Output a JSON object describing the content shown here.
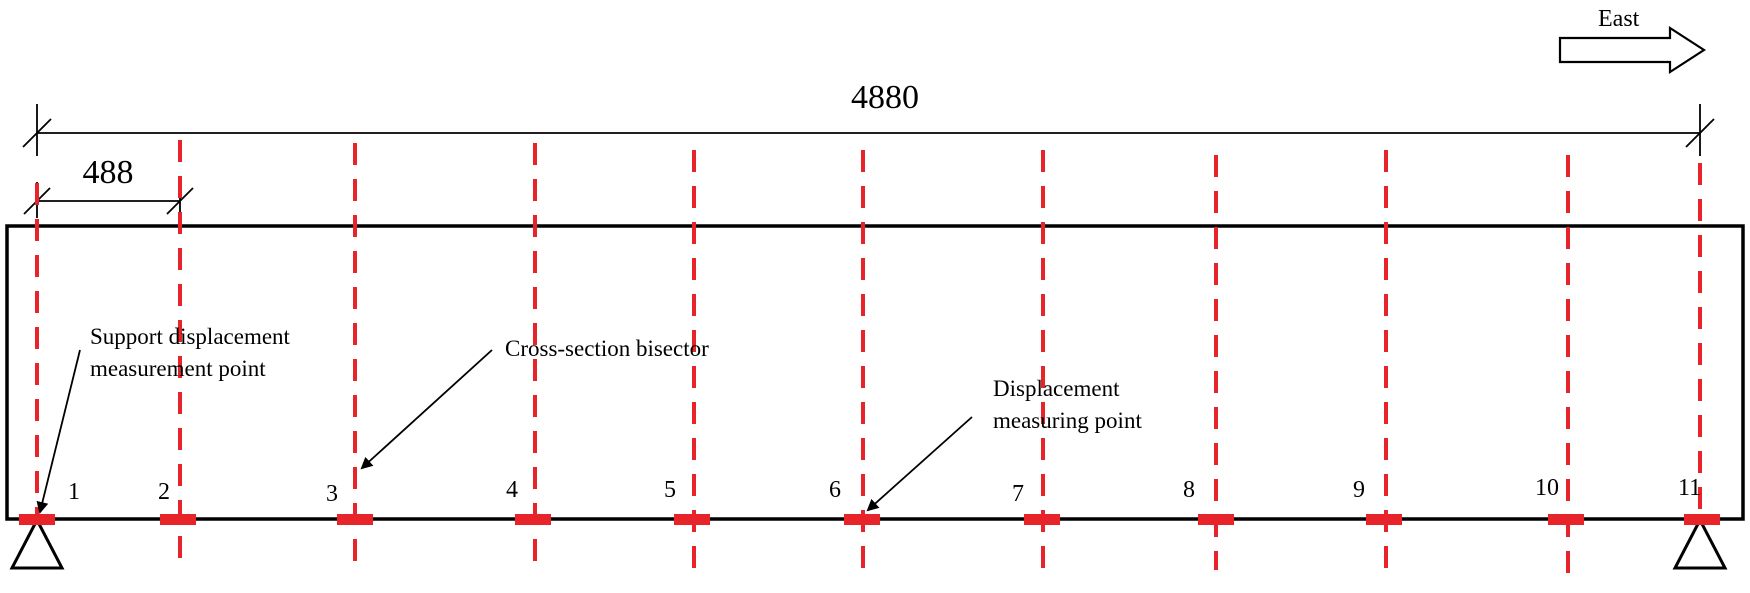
{
  "diagram": {
    "direction_label": "East",
    "total_length": "4880",
    "segment_length": "488",
    "annotations": {
      "support_line1": "Support displacement",
      "support_line2": "measurement point",
      "bisector": "Cross-section bisector",
      "disp_line1": "Displacement",
      "disp_line2": "measuring point"
    },
    "points": [
      "1",
      "2",
      "3",
      "4",
      "5",
      "6",
      "7",
      "8",
      "9",
      "10",
      "11"
    ],
    "colors": {
      "beam": "#000000",
      "bisector_line": "#e8242b",
      "measuring_point": "#e8242b"
    }
  }
}
